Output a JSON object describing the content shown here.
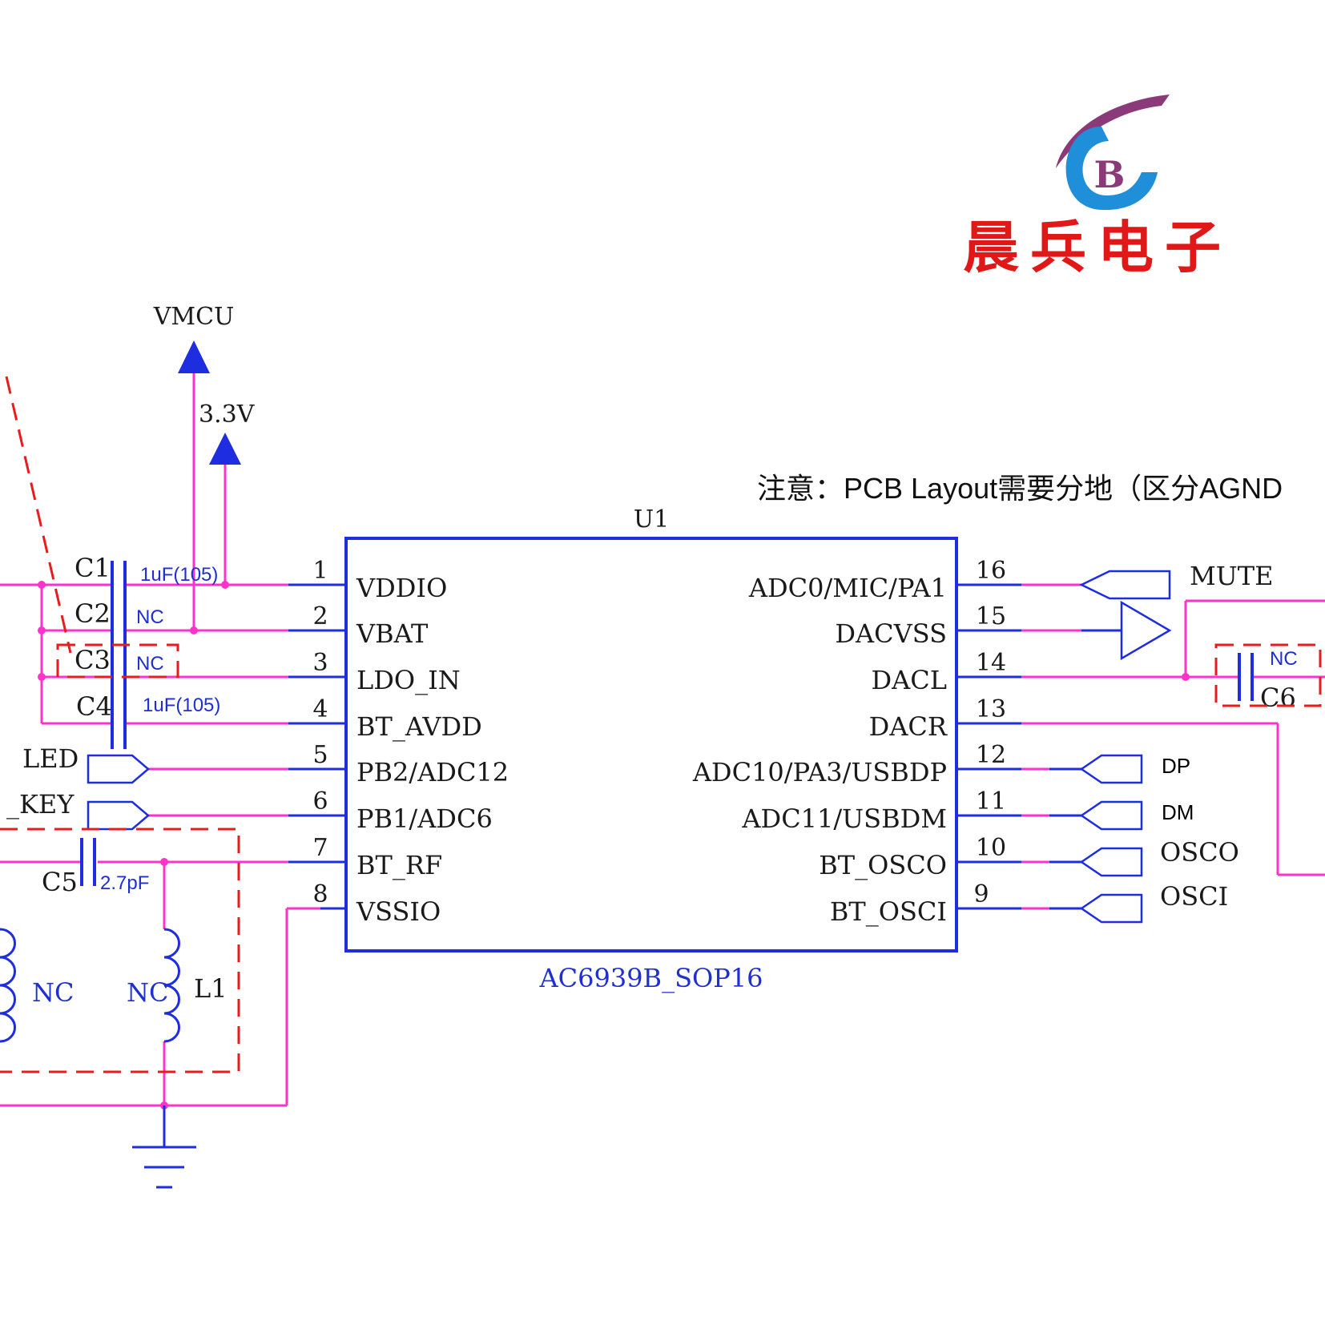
{
  "logo": {
    "letter": "B",
    "chinese": "晨兵电子",
    "colors": {
      "swoosh": "#8a3a78",
      "ring": "#1e8fd8",
      "letter": "#8a3a78",
      "text": "#e01818"
    }
  },
  "note": "注意：PCB Layout需要分地（区分AGND",
  "power": {
    "vmcu": "VMCU",
    "v33": "3.3V"
  },
  "ic": {
    "ref": "U1",
    "part": "AC6939B_SOP16",
    "left_pins": [
      {
        "num": "1",
        "name": "VDDIO"
      },
      {
        "num": "2",
        "name": "VBAT"
      },
      {
        "num": "3",
        "name": "LDO_IN"
      },
      {
        "num": "4",
        "name": "BT_AVDD"
      },
      {
        "num": "5",
        "name": "PB2/ADC12"
      },
      {
        "num": "6",
        "name": "PB1/ADC6"
      },
      {
        "num": "7",
        "name": "BT_RF"
      },
      {
        "num": "8",
        "name": "VSSIO"
      }
    ],
    "right_pins": [
      {
        "num": "16",
        "name": "ADC0/MIC/PA1"
      },
      {
        "num": "15",
        "name": "DACVSS"
      },
      {
        "num": "14",
        "name": "DACL"
      },
      {
        "num": "13",
        "name": "DACR"
      },
      {
        "num": "12",
        "name": "ADC10/PA3/USBDP"
      },
      {
        "num": "11",
        "name": "ADC11/USBDM"
      },
      {
        "num": "10",
        "name": "BT_OSCO"
      },
      {
        "num": "9",
        "name": "BT_OSCI"
      }
    ]
  },
  "components": {
    "c1": {
      "ref": "C1",
      "value": "1uF(105)"
    },
    "c2": {
      "ref": "C2",
      "value": "NC"
    },
    "c3": {
      "ref": "C3",
      "value": "NC"
    },
    "c4": {
      "ref": "C4",
      "value": "1uF(105)"
    },
    "c5": {
      "ref": "C5",
      "value": "2.7pF"
    },
    "c6": {
      "ref": "C6",
      "value": "NC"
    },
    "l1": {
      "ref": "L1",
      "value": "NC"
    },
    "lx": {
      "value": "NC"
    }
  },
  "nets": {
    "led": "LED",
    "key": "_KEY",
    "mute": "MUTE",
    "dp": "DP",
    "dm": "DM",
    "osco": "OSCO",
    "osci": "OSCI"
  },
  "colors": {
    "wire": "#ff33cc",
    "symbol": "#1e2de0",
    "dashed": "#e81c1c"
  }
}
